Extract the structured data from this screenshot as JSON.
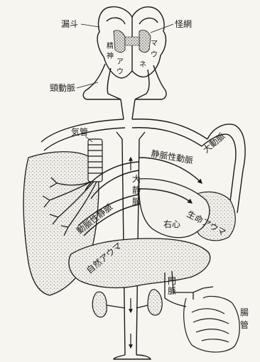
{
  "labels": {
    "funnel": "漏斗",
    "wire": "怪網",
    "brain_left_v1": "精",
    "brain_left_v2": "神",
    "brain_left_v3": "ア",
    "brain_left_v4": "ウ",
    "brain_right_v1": "マ",
    "brain_right_v2": "ウ",
    "brain_right_v3": "ネ",
    "neck_vein": "頸動脈",
    "trachea": "気管",
    "venous_artery": "静脈性動脈",
    "aorta": "大動脈",
    "vena_cava_1": "大",
    "vena_cava_2": "静",
    "vena_cava_3": "脈",
    "arterial_vein": "動脈性静脈",
    "vital_pneuma": "生命アウマ",
    "right_heart": "右心",
    "natural_pneuma": "自然アウマ",
    "portal_vein": "門",
    "portal_vein_2": "脈",
    "intestine_1": "腸",
    "intestine_2": "管"
  },
  "colors": {
    "ink": "#1a1a1a",
    "paper": "#f7f5ef",
    "stipple": "#9a9a9a"
  }
}
